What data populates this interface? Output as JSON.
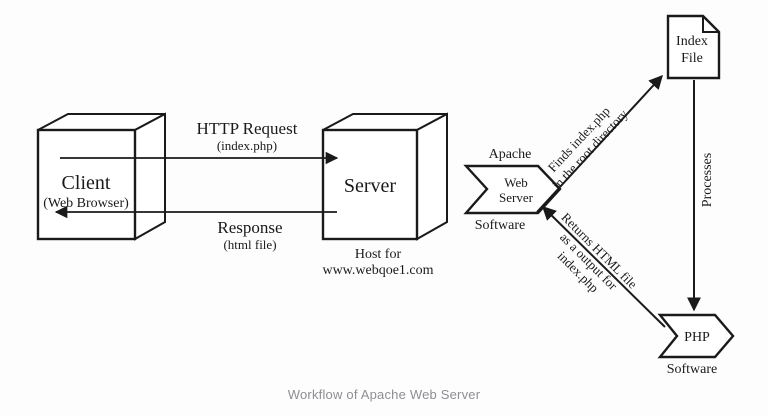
{
  "caption": "Workflow of Apache Web Server",
  "colors": {
    "background": "#fdfdfe",
    "stroke": "#1a1a1a",
    "fill": "#ffffff",
    "caption_text": "#8e8e93"
  },
  "nodes": {
    "client": {
      "title": "Client",
      "subtitle": "(Web Browser)",
      "shape": "cube-3d"
    },
    "server": {
      "title": "Server",
      "caption_line1": "Host for",
      "caption_line2": "www.webqoe1.com",
      "shape": "cube-3d"
    },
    "web_server": {
      "label_above": "Apache",
      "title_line1": "Web",
      "title_line2": "Server",
      "label_below": "Software",
      "shape": "chevron"
    },
    "index_file": {
      "title_line1": "Index",
      "title_line2": "File",
      "shape": "document"
    },
    "php": {
      "title": "PHP",
      "label_below": "Software",
      "shape": "chevron"
    }
  },
  "edges": {
    "http_request": {
      "label_line1": "HTTP Request",
      "label_line2": "(index.php)",
      "direction": "client-to-server"
    },
    "response": {
      "label_line1": "Response",
      "label_line2": "(html file)",
      "direction": "server-to-client"
    },
    "finds_index": {
      "label_line1": "Finds index.php",
      "label_line2": "in the root directory",
      "direction": "web-server-to-index-file"
    },
    "returns_html": {
      "label_line1": "Returns HTML file",
      "label_line2": "as a output for",
      "label_line3": "index.php",
      "direction": "php-to-web-server"
    },
    "processes": {
      "label": "Processes",
      "direction": "index-file-to-php"
    }
  }
}
